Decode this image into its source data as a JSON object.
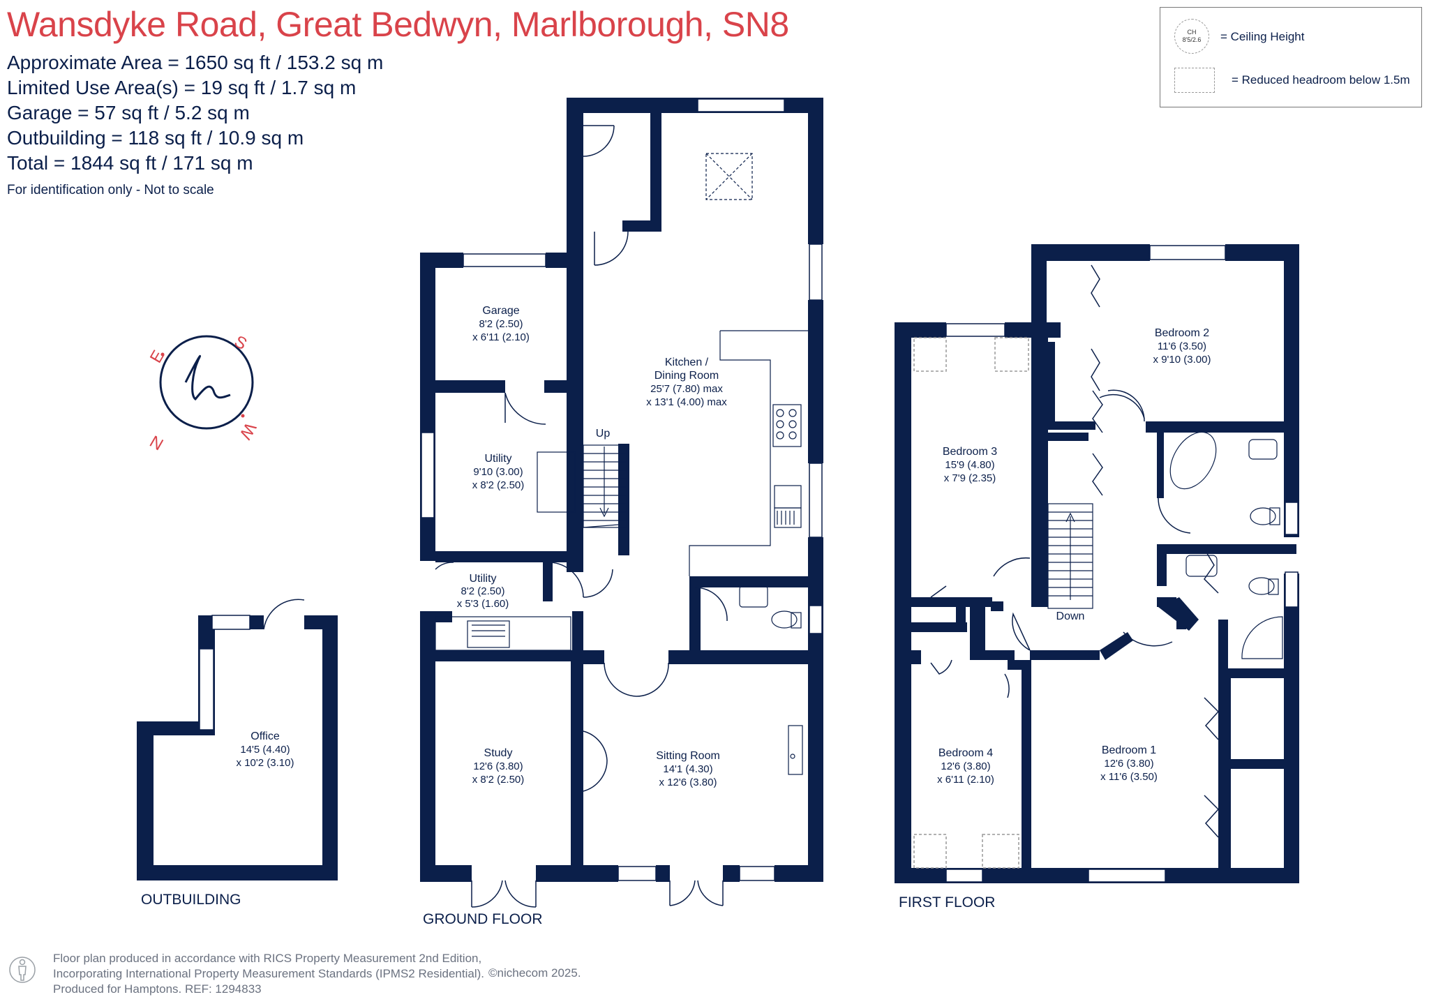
{
  "header": {
    "title": "Wansdyke Road, Great Bedwyn, Marlborough, SN8",
    "areas": [
      "Approximate Area = 1650 sq ft / 153.2 sq m",
      "Limited Use Area(s) = 19 sq ft / 1.7 sq m",
      "Garage = 57 sq ft / 5.2 sq m",
      "Outbuilding = 118 sq ft / 10.9 sq m",
      "Total = 1844 sq ft / 171 sq m"
    ],
    "identification": "For identification only - Not to scale"
  },
  "legend": {
    "ch_symbol_top": "CH",
    "ch_symbol_bottom": "8'5/2.6",
    "ceiling_height": "= Ceiling Height",
    "reduced_headroom": "= Reduced headroom below 1.5m"
  },
  "compass": {
    "n": "N",
    "e": "E",
    "s": "S",
    "w": "W"
  },
  "floors": {
    "outbuilding": "OUTBUILDING",
    "ground": "GROUND FLOOR",
    "first": "FIRST FLOOR"
  },
  "rooms": {
    "garage": {
      "name": "Garage",
      "d1": "8'2 (2.50)",
      "d2": "x 6'11 (2.10)"
    },
    "kitchen": {
      "name": "Kitchen /",
      "name2": "Dining Room",
      "d1": "25'7 (7.80) max",
      "d2": "x 13'1 (4.00) max"
    },
    "utility1": {
      "name": "Utility",
      "d1": "9'10 (3.00)",
      "d2": "x 8'2 (2.50)"
    },
    "utility2": {
      "name": "Utility",
      "d1": "8'2 (2.50)",
      "d2": "x 5'3 (1.60)"
    },
    "study": {
      "name": "Study",
      "d1": "12'6 (3.80)",
      "d2": "x 8'2 (2.50)"
    },
    "sitting": {
      "name": "Sitting Room",
      "d1": "14'1 (4.30)",
      "d2": "x 12'6 (3.80)"
    },
    "office": {
      "name": "Office",
      "d1": "14'5 (4.40)",
      "d2": "x 10'2 (3.10)"
    },
    "bedroom1": {
      "name": "Bedroom 1",
      "d1": "12'6 (3.80)",
      "d2": "x 11'6 (3.50)"
    },
    "bedroom2": {
      "name": "Bedroom 2",
      "d1": "11'6 (3.50)",
      "d2": "x 9'10 (3.00)"
    },
    "bedroom3": {
      "name": "Bedroom 3",
      "d1": "15'9 (4.80)",
      "d2": "x 7'9 (2.35)"
    },
    "bedroom4": {
      "name": "Bedroom 4",
      "d1": "12'6 (3.80)",
      "d2": "x 6'11 (2.10)"
    }
  },
  "stairs": {
    "up": "Up",
    "down": "Down"
  },
  "footer": {
    "line1": "Floor plan produced in accordance with RICS Property Measurement 2nd Edition,",
    "line2": "Incorporating International Property Measurement Standards (IPMS2 Residential).",
    "line3": "Produced for Hamptons.  REF:  1294833",
    "brand": "©nichecom 2025."
  },
  "colors": {
    "wall": "#0b1f4a",
    "title": "#d9434a",
    "text": "#0b1f4a",
    "muted": "#6b7280"
  }
}
